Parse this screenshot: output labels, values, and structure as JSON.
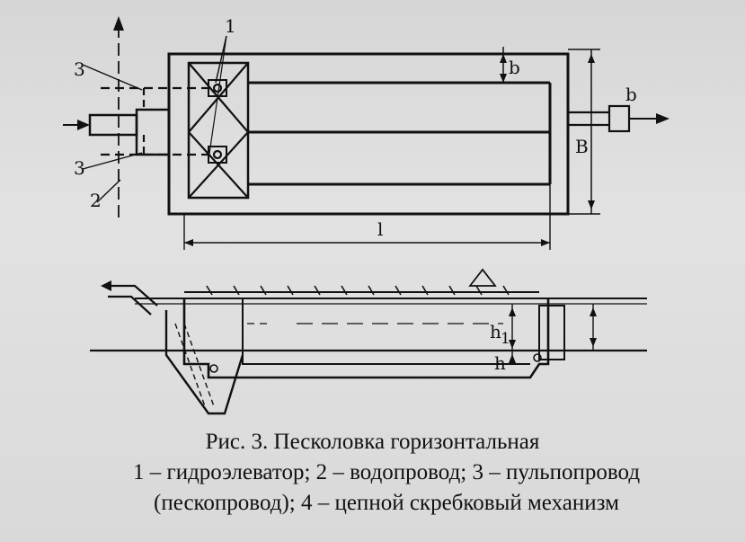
{
  "figure": {
    "caption_title": "Рис. 3. Песколовка горизонтальная",
    "caption_line1": "1 – гидроэлеватор;  2 – водопровод;  3 – пульпопровод",
    "caption_line2": "(пескопровод);   4 – цепной скребковый механизм"
  },
  "plan_view": {
    "labels": {
      "item1": "1",
      "item3_top": "3",
      "item3_bottom": "3",
      "item2": "2",
      "dim_b_top": "b",
      "dim_b_right": "b",
      "dim_B": "B",
      "dim_l": "l"
    }
  },
  "section_view": {
    "labels": {
      "dim_h1": "h",
      "dim_h1_sub": "1",
      "dim_h": "h"
    }
  }
}
